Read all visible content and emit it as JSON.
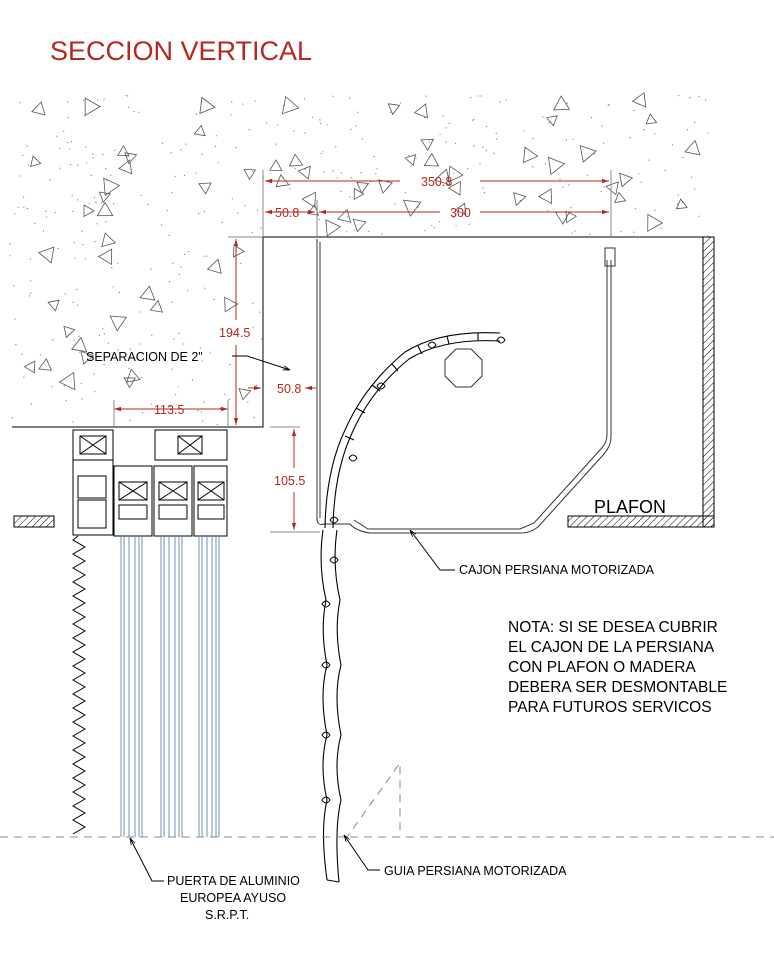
{
  "title": "SECCION VERTICAL",
  "dimensions": {
    "box_width_total": "350.8",
    "offset_left": "50.8",
    "box_inner": "300",
    "wall_height": "194.5",
    "separation": "50.8",
    "door_width": "113.5",
    "box_below": "105.5"
  },
  "labels": {
    "separacion": "SEPARACION DE 2\"",
    "plafon": "PLAFON",
    "cajon": "CAJON PERSIANA MOTORIZADA",
    "guia": "GUIA PERSIANA MOTORIZADA",
    "puerta_1": "PUERTA DE ALUMINIO",
    "puerta_2": "EUROPEA AYUSO",
    "puerta_3": "S.R.P.T."
  },
  "note": {
    "line_1": "NOTA: SI SE DESEA CUBRIR",
    "line_2": "EL CAJON DE LA PERSIANA",
    "line_3": "CON PLAFON O MADERA",
    "line_4": "DEBERA SER DESMONTABLE",
    "line_5": "PARA FUTUROS SERVICOS"
  },
  "colors": {
    "title": "#b5271f",
    "dimension": "#b5271f",
    "glass": "#6f8fb8"
  }
}
